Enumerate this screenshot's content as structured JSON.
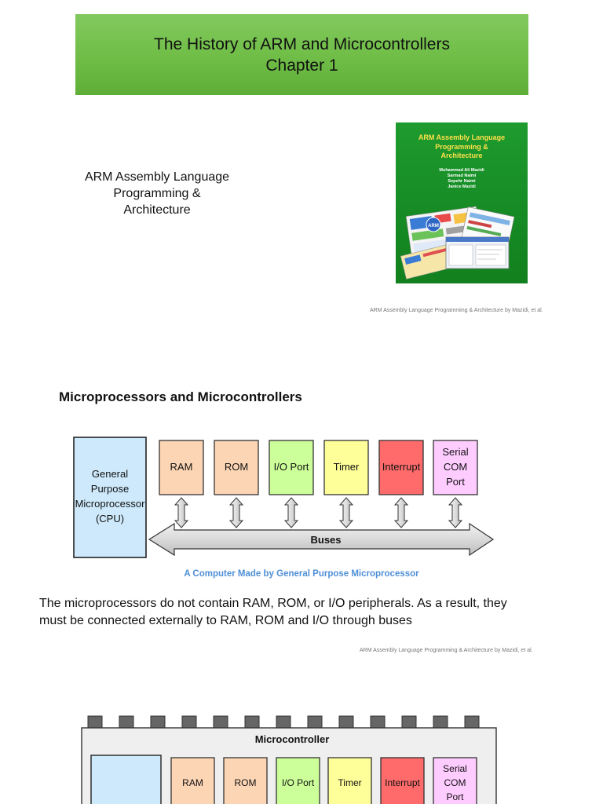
{
  "slide1": {
    "title_line1": "The History of ARM and Microcontrollers",
    "title_line2": "Chapter 1",
    "subtitle_line1": "ARM Assembly Language",
    "subtitle_line2": "Programming &",
    "subtitle_line3": "Architecture",
    "book": {
      "title_line1": "ARM Assembly Language",
      "title_line2": "Programming &",
      "title_line3": "Architecture",
      "authors": [
        "Muhammad Ali Mazidi",
        "Sarmad Naimi",
        "Sepehr Naimi",
        "Janice Mazidi"
      ]
    },
    "credit": "ARM Assembly Language Programming & Architecture by Mazidi, et al."
  },
  "slide2": {
    "heading": "Microprocessors and Microcontrollers",
    "cpu_line1": "General",
    "cpu_line2": "Purpose",
    "cpu_line3": "Microprocessor",
    "cpu_line4": "(CPU)",
    "blocks": [
      {
        "line1": "RAM",
        "color": "#fcd5b4"
      },
      {
        "line1": "ROM",
        "color": "#fcd5b4"
      },
      {
        "line1": "I/O Port",
        "color": "#ccff99"
      },
      {
        "line1": "Timer",
        "color": "#ffff99"
      },
      {
        "line1": "Interrupt",
        "color": "#ff6b6b"
      },
      {
        "line1": "Serial",
        "line2": "COM",
        "line3": "Port",
        "color": "#ffccff"
      }
    ],
    "buses_label": "Buses",
    "caption": "A Computer Made by General Purpose Microprocessor",
    "body_line1": "The microprocessors do not contain RAM, ROM, or I/O peripherals. As a result, they",
    "body_line2": "must be connected externally to RAM, ROM and I/O through buses",
    "credit": "ARM Assembly Language Programming & Architecture by Mazidi, et al."
  },
  "slide3": {
    "chip_label": "Microcontroller",
    "blocks": [
      {
        "line1": "RAM",
        "color": "#fcd5b4"
      },
      {
        "line1": "ROM",
        "color": "#fcd5b4"
      },
      {
        "line1": "I/O Port",
        "color": "#ccff99"
      },
      {
        "line1": "Timer",
        "color": "#ffff99"
      },
      {
        "line1": "Interrupt",
        "color": "#ff6b6b"
      },
      {
        "line1": "Serial",
        "line2": "COM",
        "line3": "Port",
        "color": "#ffccff"
      }
    ]
  },
  "colors": {
    "banner_green": "#6fbd46",
    "cpu_blue": "#cde9fb",
    "caption_blue": "#4f8fd6",
    "book_green": "#168a24",
    "book_title_yellow": "#ffe14a"
  }
}
